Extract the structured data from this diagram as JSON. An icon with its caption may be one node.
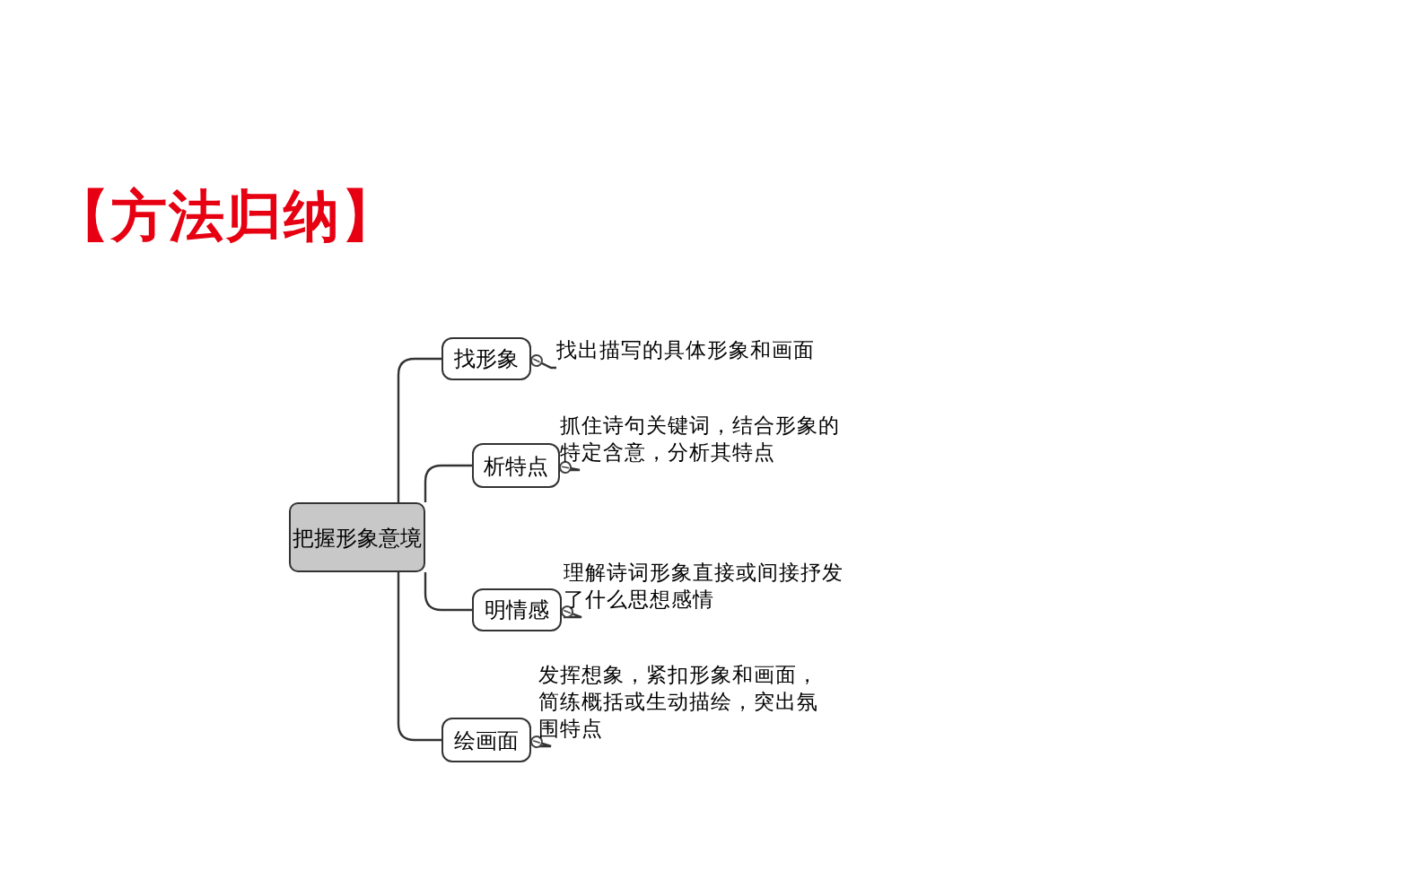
{
  "diagram": {
    "title": "【方法归纳】",
    "nodes": [
      {
        "text": [
          "把握形象意境"
        ]
      },
      {
        "text": [
          "找形象"
        ]
      },
      {
        "text": [
          "析特点"
        ]
      },
      {
        "text": [
          "明情感"
        ]
      },
      {
        "text": [
          "绘画面"
        ]
      },
      {
        "text": [
          "找出描写的具体形象和画面"
        ]
      },
      {
        "text": [
          "抓住诗句关键词，结合形象的特定含意，分析其特点"
        ]
      },
      {
        "text": [
          "理解诗词形象直接或间接抒发了什么思想感情"
        ]
      },
      {
        "text": [
          "发挥想象，紧扣形象和画面，简练概括或生动描绘，突出氛围特点"
        ]
      }
    ],
    "edges": [
      {
        "from": 0,
        "to": 1,
        "arrow": "none"
      },
      {
        "from": 0,
        "to": 2,
        "arrow": "none"
      },
      {
        "from": 0,
        "to": 3,
        "arrow": "none"
      },
      {
        "from": 0,
        "to": 4,
        "arrow": "none"
      },
      {
        "from": 1,
        "to": 5,
        "arrow": "other"
      },
      {
        "from": 2,
        "to": 6,
        "arrow": "other"
      },
      {
        "from": 3,
        "to": 7,
        "arrow": "other"
      },
      {
        "from": 4,
        "to": 8,
        "arrow": "other"
      }
    ]
  }
}
